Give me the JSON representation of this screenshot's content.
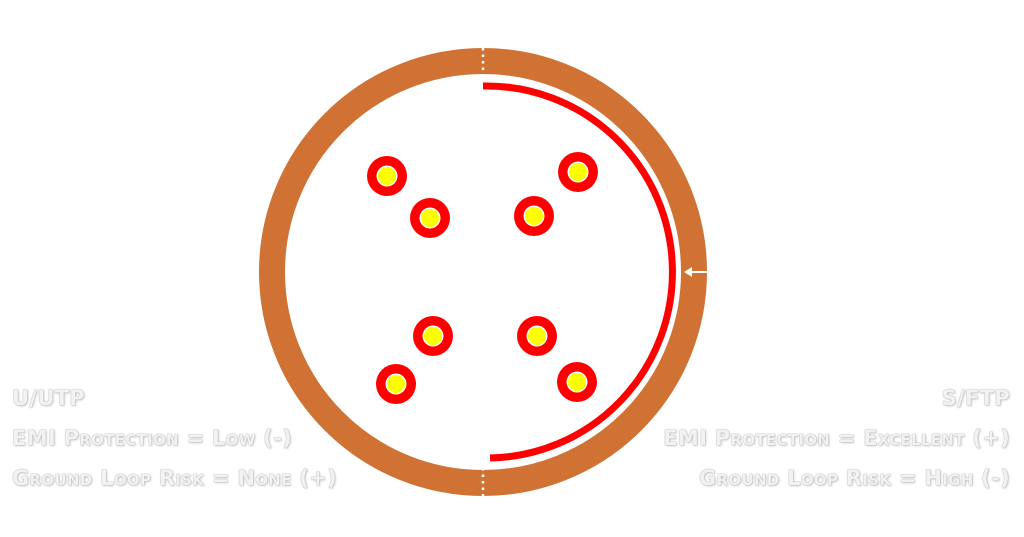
{
  "colors": {
    "jacket": "#cf7233",
    "shield": "#ff0000",
    "conductor": "#ffff00",
    "text": "#f2f2f2"
  },
  "left": {
    "title": "U/UTP",
    "emi": "EMI Protection = Low (-)",
    "ground": "Ground Loop Risk = None (+)"
  },
  "right": {
    "title": "S/FTP",
    "emi": "EMI Protection = Excellent (+)",
    "ground": "Ground Loop Risk = High (-)"
  },
  "conductors": [
    {
      "pair": "top-left",
      "index": 1
    },
    {
      "pair": "top-left",
      "index": 2
    },
    {
      "pair": "top-right",
      "index": 1
    },
    {
      "pair": "top-right",
      "index": 2
    },
    {
      "pair": "bottom-left",
      "index": 1
    },
    {
      "pair": "bottom-left",
      "index": 2
    },
    {
      "pair": "bottom-right",
      "index": 1
    },
    {
      "pair": "bottom-right",
      "index": 2
    }
  ]
}
